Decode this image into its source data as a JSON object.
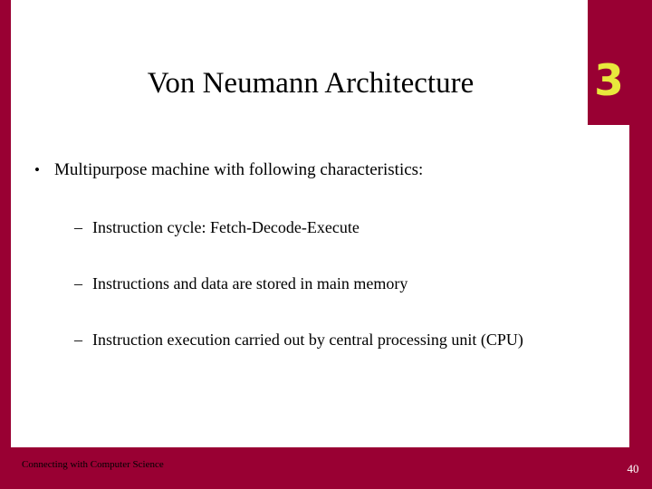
{
  "slide": {
    "title": "Von Neumann Architecture",
    "chapter_number": "3",
    "bullets": [
      {
        "level": 1,
        "marker": "•",
        "text": "Multipurpose machine with following characteristics:"
      },
      {
        "level": 2,
        "marker": "–",
        "text": "Instruction cycle: Fetch-Decode-Execute"
      },
      {
        "level": 2,
        "marker": "–",
        "text": "Instructions and data are stored in main memory"
      },
      {
        "level": 2,
        "marker": "–",
        "text": "Instruction execution carried out by central processing unit (CPU)"
      }
    ],
    "footer": "Connecting with Computer Science",
    "page_number": "40",
    "colors": {
      "accent": "#990033",
      "number": "#e8e83c",
      "background": "#ffffff",
      "text": "#000000"
    }
  }
}
